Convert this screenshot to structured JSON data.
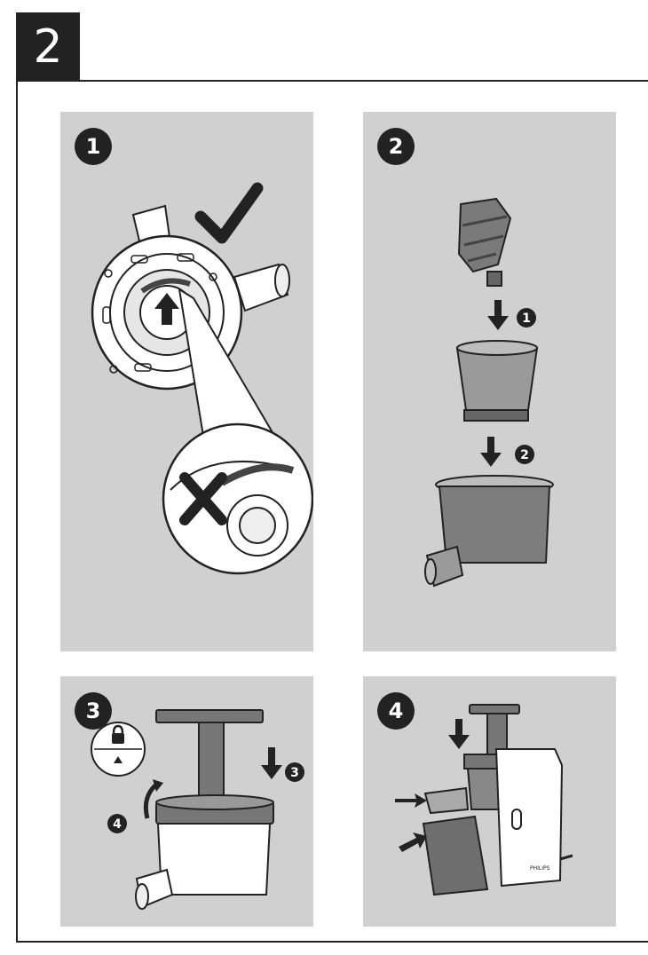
{
  "page": {
    "section_number": "2"
  },
  "panels": [
    {
      "step": "1"
    },
    {
      "step": "2",
      "substeps": [
        "1",
        "2"
      ]
    },
    {
      "step": "3",
      "substeps": [
        "3",
        "4"
      ]
    },
    {
      "step": "4",
      "brand_label": "PHILIPS"
    }
  ]
}
